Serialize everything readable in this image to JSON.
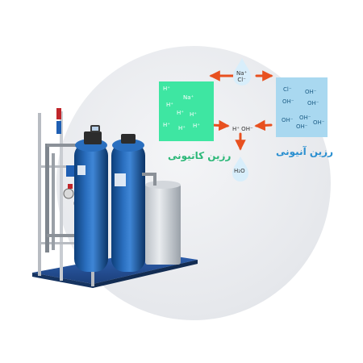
{
  "cation_panel": {
    "ions": [
      "H⁺",
      "Na⁺",
      "H⁺",
      "H⁺",
      "H⁺",
      "H⁺",
      "H⁺",
      "H⁺"
    ],
    "caption": "رزین کاتیونی",
    "color": "#3ee6a2"
  },
  "anion_panel": {
    "ions": [
      "Cl⁻",
      "OH⁻",
      "OH⁻",
      "OH⁻",
      "OH⁻",
      "OH⁻",
      "OH⁻",
      "OH⁻"
    ],
    "caption": "رزین آنیونی",
    "color": "#a9d8f0"
  },
  "top_drop": {
    "line1": "Na⁺",
    "line2": "Cl⁻"
  },
  "center_ions": "H⁺ OH⁻",
  "bottom_drop": {
    "label": "H₂O"
  },
  "arrow_color": "#e8501f",
  "icons": [
    "water-drop-icon",
    "arrow-icon",
    "water-treatment-unit-icon"
  ]
}
